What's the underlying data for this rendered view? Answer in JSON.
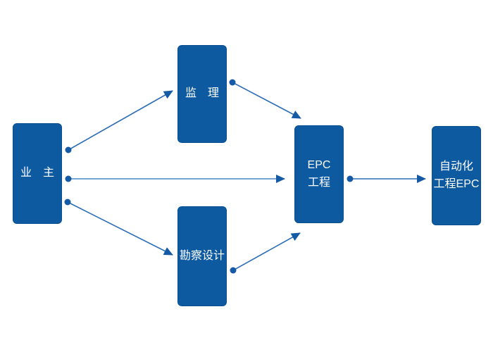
{
  "diagram": {
    "nodes": {
      "owner": {
        "label": "业　主"
      },
      "supervision": {
        "label": "监　理"
      },
      "survey": {
        "label": "勘察设计"
      },
      "epc": {
        "line1": "EPC",
        "line2": "工程"
      },
      "automation": {
        "line1": "自动化",
        "line2": "工程EPC"
      }
    },
    "edges": [
      {
        "from": "owner",
        "to": "supervision"
      },
      {
        "from": "owner",
        "to": "epc"
      },
      {
        "from": "owner",
        "to": "survey"
      },
      {
        "from": "supervision",
        "to": "epc"
      },
      {
        "from": "survey",
        "to": "epc"
      },
      {
        "from": "epc",
        "to": "automation"
      }
    ],
    "colors": {
      "node_fill": "#0d5aa0",
      "node_border": "#0a4f91",
      "node_text": "#ffffff",
      "edge_color": "#2d6db5",
      "edge_light_color": "#76a4d3",
      "marker_color": "#155aa5"
    }
  }
}
